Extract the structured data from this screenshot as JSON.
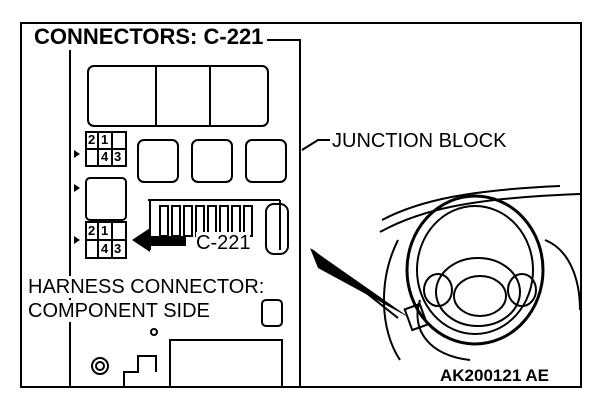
{
  "title": "CONNECTORS: C-221",
  "labels": {
    "junction_block": "JUNCTION BLOCK",
    "connector_id": "C-221",
    "harness_line1": "HARNESS CONNECTOR:",
    "harness_line2": "COMPONENT SIDE"
  },
  "pin_blocks": [
    {
      "pins": [
        "2",
        "1",
        "4",
        "3"
      ]
    },
    {
      "pins": [
        "2",
        "1",
        "4",
        "3"
      ]
    }
  ],
  "figure_code": "AK200121 AE"
}
